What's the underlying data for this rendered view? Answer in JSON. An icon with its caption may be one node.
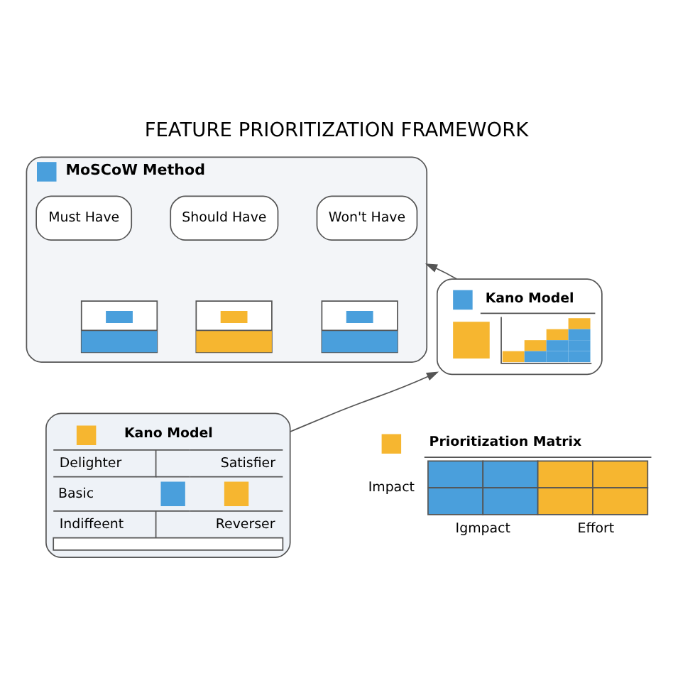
{
  "diagram": {
    "title": "FEATURE PRIORITIZATION FRAMEWORK",
    "nodes": [
      {
        "text": [
          "MoSCoW Method"
        ]
      },
      {
        "text": [
          "Must Have"
        ],
        "in": 0
      },
      {
        "text": [
          "Should Have"
        ],
        "in": 0
      },
      {
        "text": [
          "Won't Have"
        ],
        "in": 0
      },
      {
        "text": [],
        "shape": "bar",
        "in": 0
      },
      {
        "text": [],
        "shape": "bar",
        "in": 0
      },
      {
        "text": [],
        "shape": "bar",
        "in": 0
      },
      {
        "text": [
          "Kano Model"
        ]
      },
      {
        "text": [
          "Kano Model",
          "Delighter",
          "Satisfier",
          "Basic",
          "Indiffeent",
          "Reverser"
        ]
      },
      {
        "text": [
          "Prioritization Matrix",
          "Impact",
          "Igmpact",
          "Effort"
        ]
      }
    ],
    "edges": [
      {
        "from": 8,
        "to": 7,
        "arrow": "to"
      },
      {
        "from": 7,
        "to": 0,
        "arrow": "to"
      }
    ]
  }
}
